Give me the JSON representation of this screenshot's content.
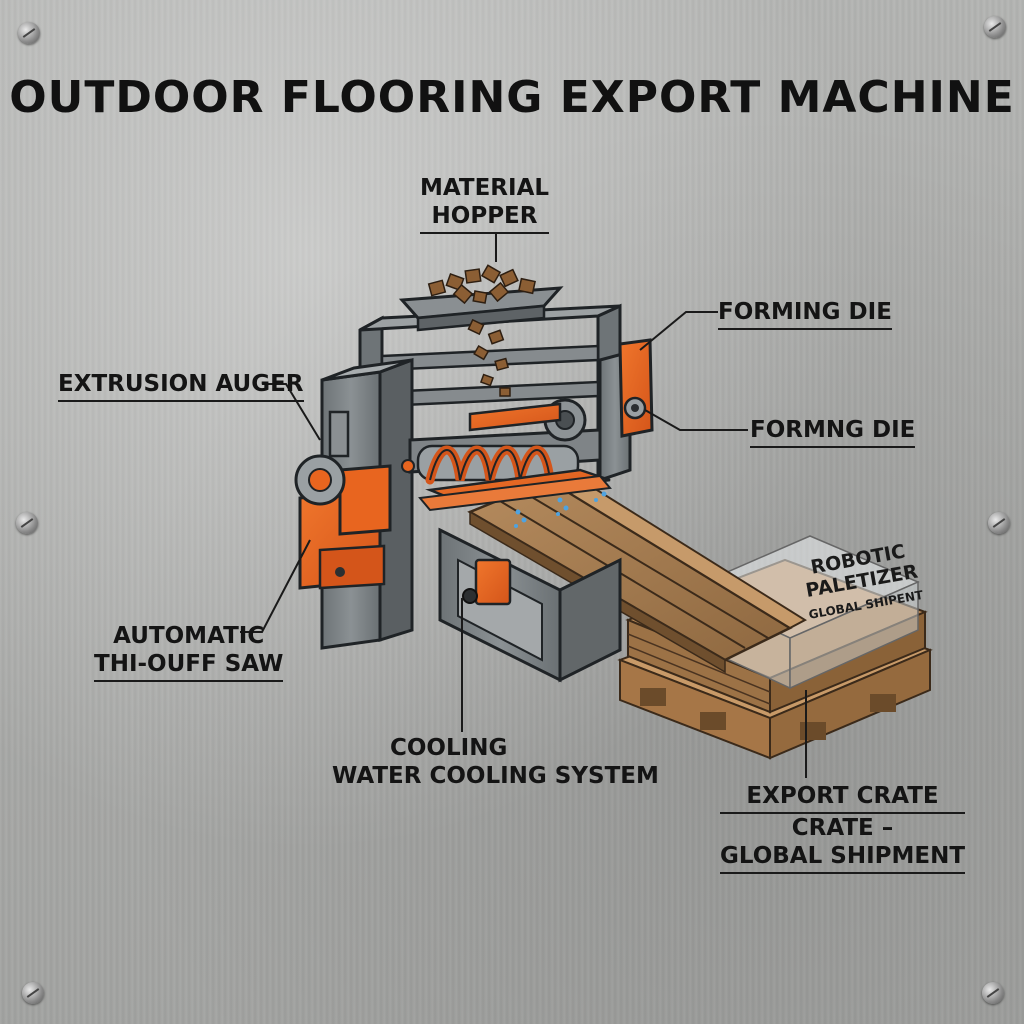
{
  "title": "OUTDOOR FLOORING EXPORT MACHINE",
  "labels": {
    "material_hopper": [
      "MATERIAL",
      "HOPPER"
    ],
    "forming_die_1": "FORMING DIE",
    "forming_die_2": "FORMNG DIE",
    "extrusion_auger": "EXTRUSION AUGER",
    "cutoff_saw": [
      "AUTOMATIC",
      "THI-OUFF SAW"
    ],
    "cooling": [
      "COOLING",
      "WATER COOLING SYSTEM"
    ],
    "export_crate": [
      "EXPORT CRATE",
      "CRATE –",
      "GLOBAL SHIPMENT"
    ],
    "palletizer": [
      "ROBOTIC",
      "PALETIZER",
      "GLOBAL SHIPENT"
    ]
  },
  "colors": {
    "machine_frame": "#7c8285",
    "accent_orange": "#e8651f",
    "wood": "#a57a4e",
    "pallet": "#b8895a",
    "background": "#a9aaa8"
  },
  "icons": [
    "bolt-icon"
  ]
}
